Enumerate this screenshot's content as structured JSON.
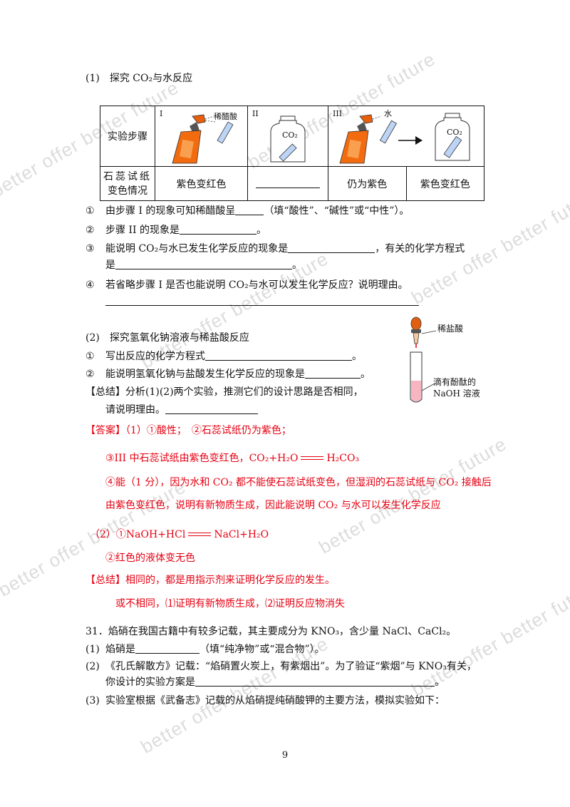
{
  "watermark": "better offer better future",
  "q30_1": {
    "title": "(1)　探究 CO₂与水反应",
    "table": {
      "row1_label": "实验步骤",
      "step1_roman": "I",
      "step1_reagent": "稀醋酸",
      "step2_roman": "II",
      "step2_bottle": "CO₂",
      "step3_roman": "III",
      "step3_reagent": "水",
      "step3_bottle": "CO₂",
      "row2_label_a": "石蕊试纸",
      "row2_label_b": "变色情况",
      "result1": "紫色变红色",
      "result3": "仍为紫色",
      "result4": "紫色变红色"
    },
    "q1": "由步骤 I 的现象可知稀醋酸呈",
    "q1_tail": "（填“酸性”、“碱性”或“中性”）。",
    "q2": "步骤 II 的现象是",
    "q3": "能说明 CO₂与水已发生化学反应的现象是",
    "q3_tail": "，有关的化学方程式",
    "q3_line2": "是",
    "q4": "若省略步骤 I 是否也能说明 CO₂与水可以发生化学反应？说明理由。"
  },
  "q30_2": {
    "title": "(2)　探究氢氧化钠溶液与稀盐酸反应",
    "q1": "写出反应的化学方程式",
    "q2": "能说明氢氧化钠与盐酸发生化学反应的现象是",
    "summary": "【总结】分析(1)(2)两个实验，推测它们的设计思路是否相同，",
    "summary2": "请说明理由。",
    "label_acid": "稀盐酸",
    "label_sol_a": "滴有酚酞的",
    "label_sol_b": "NaOH 溶液"
  },
  "answer": {
    "a1": "【答案】（1）①酸性；　②石蕊试纸仍为紫色；",
    "a3a": "③III 中石蕊试纸由紫色变红色，CO₂+H₂O",
    "a3b": "H₂CO₃",
    "a4a": "④能（1 分），因为水和 CO₂ 都不能使石蕊试纸变色，但湿润的石蕊试纸与 CO₂ 接触后",
    "a4b": "由紫色变红色，说明有新物质生成，因此能说明 CO₂ 与水可以发生化学反应",
    "b1a": "（2）①NaOH+HCl",
    "b1b": "NaCl+H₂O",
    "b2": "②红色的液体变无色",
    "s1": "【总结】相同的，都是用指示剂来证明化学反应的发生。",
    "s2": "或不相同，⑴证明有新物质生成，⑵证明反应物消失"
  },
  "q31": {
    "stem": "31．焰硝在我国古籍中有较多记载，其主要成分为 KNO₃，含少量 NaCl、CaCl₂。",
    "p1": "焰硝是",
    "p1_tail": "（填“纯净物”或“混合物”）。",
    "p2": "《孔氏解散方》记载：“焰硝置火炭上，有紫烟出”。为了验证“紫烟”与 KNO₃有关，",
    "p2b": "你设计的实验方案是",
    "p3": "实验室根据《武备志》记载的从焰硝提纯硝酸钾的主要方法，模拟实验如下："
  },
  "markers": {
    "c1": "①",
    "c2": "②",
    "c3": "③",
    "c4": "④",
    "p1": "(1)",
    "p2": "(2)",
    "p3": "(3)",
    "period": "。"
  },
  "page_number": "9"
}
